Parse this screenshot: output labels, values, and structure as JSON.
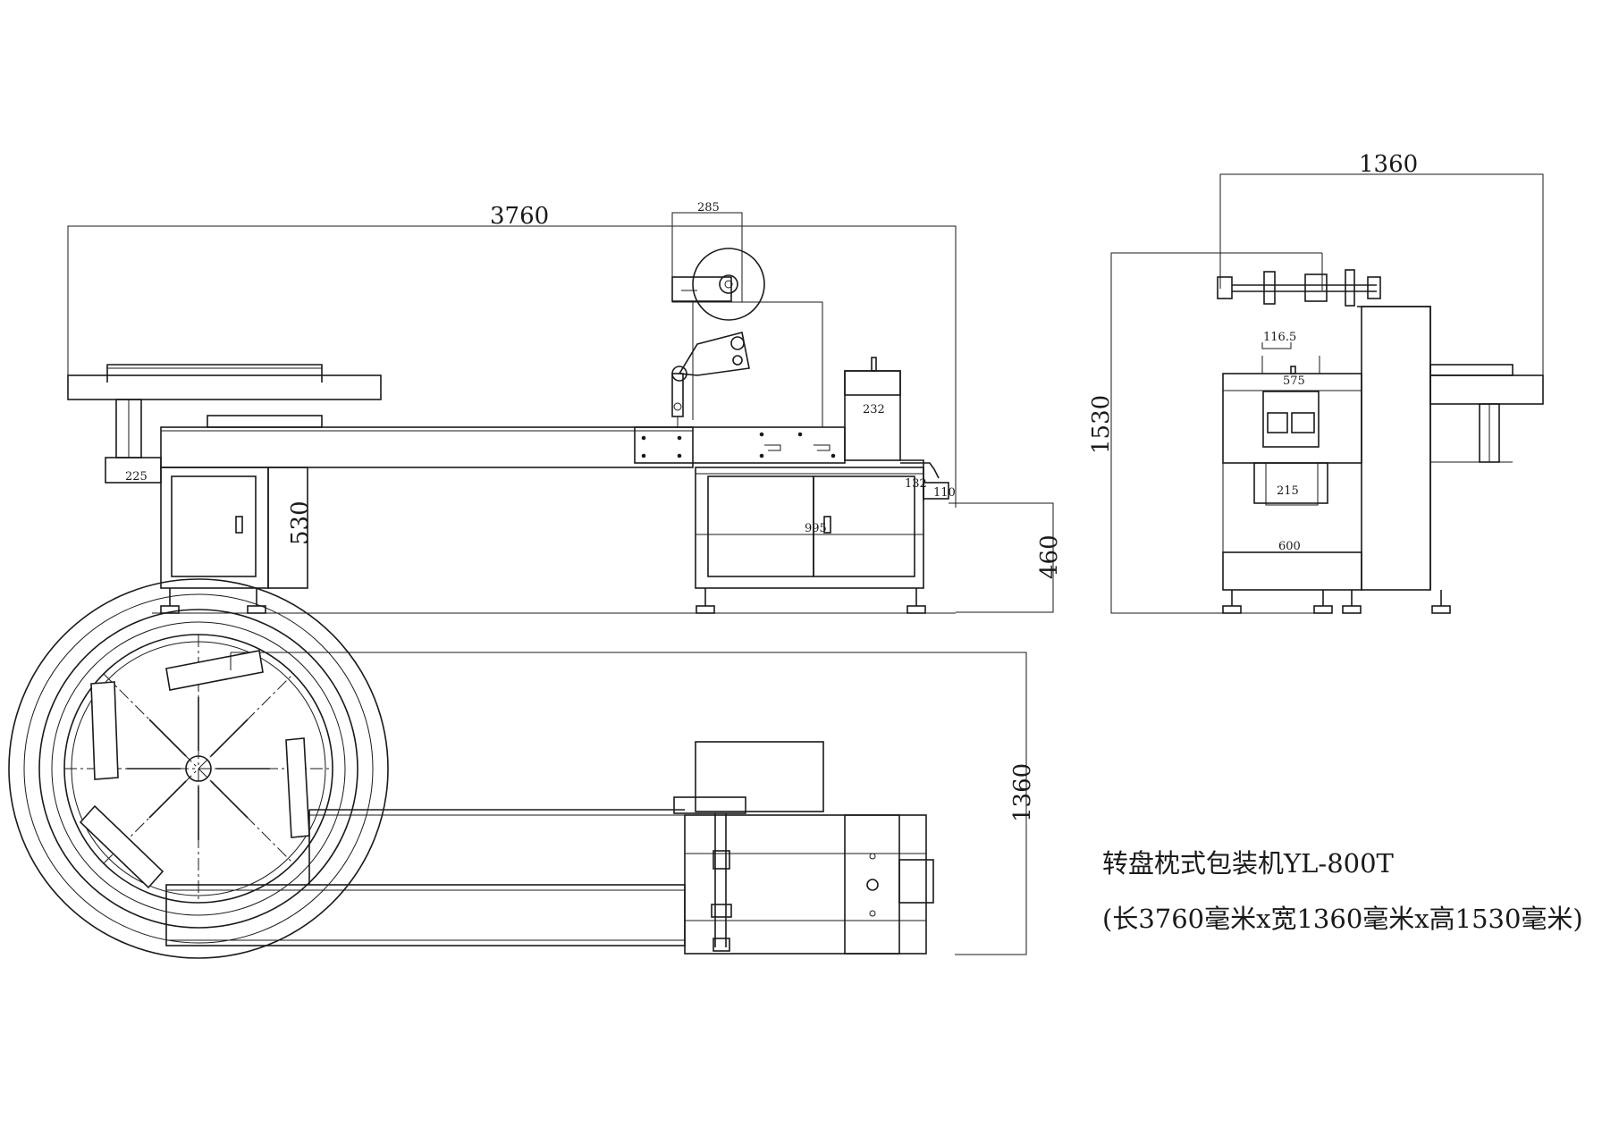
{
  "title": "转盘枕式包装机YL-800T",
  "subtitle": "(长3760毫米x宽1360毫米x高1530毫米)",
  "side_view": {
    "overall_length": "3760",
    "film_roll_width": "285",
    "infeed_height": "225",
    "left_leg_height": "530",
    "middle_label_a": "232",
    "middle_label_b": "132",
    "middle_label_c": "110",
    "cabinet_label": "995",
    "outfeed_height": "460"
  },
  "end_view": {
    "overall_width": "1360",
    "overall_height": "1530",
    "dim_top_small": "116.5",
    "dim_top_small_b": "575",
    "dim_inner": "215",
    "dim_base": "600"
  },
  "top_view": {
    "overall_width": "1360"
  }
}
